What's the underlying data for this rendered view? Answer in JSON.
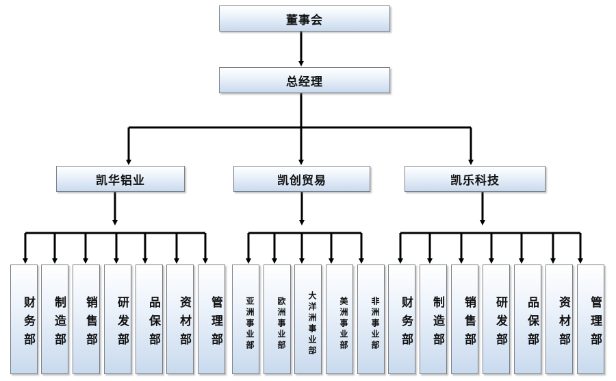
{
  "root": "董事会",
  "manager": "总经理",
  "companies": [
    {
      "name": "凯华铝业",
      "departments": [
        "财务部",
        "制造部",
        "销售部",
        "研发部",
        "品保部",
        "资材部",
        "管理部"
      ]
    },
    {
      "name": "凯创贸易",
      "departments": [
        "亚洲事业部",
        "欧洲事业部",
        "大洋洲事业部",
        "美洲事业部",
        "非洲事业部"
      ]
    },
    {
      "name": "凯乐科技",
      "departments": [
        "财务部",
        "制造部",
        "销售部",
        "研发部",
        "品保部",
        "资材部",
        "管理部"
      ]
    }
  ]
}
